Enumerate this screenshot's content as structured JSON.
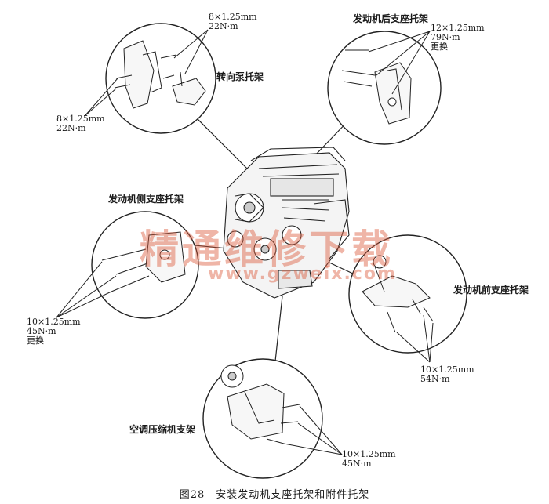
{
  "labels": {
    "steering_pump_bracket": "转向泵托架",
    "rear_mount_bracket": "发动机后支座托架",
    "side_mount_bracket": "发动机侧支座托架",
    "front_mount_bracket": "发动机前支座托架",
    "ac_compressor_bracket": "空调压缩机支架"
  },
  "specs": {
    "steering_top": {
      "bolt": "8×1.25mm",
      "torque": "22N·m"
    },
    "steering_left": {
      "bolt": "8×1.25mm",
      "torque": "22N·m"
    },
    "rear_mount": {
      "bolt": "12×1.25mm",
      "torque": "79N·m",
      "note": "更换"
    },
    "side_mount": {
      "bolt": "10×1.25mm",
      "torque": "45N·m",
      "note": "更换"
    },
    "front_mount": {
      "bolt": "10×1.25mm",
      "torque": "54N·m"
    },
    "ac_compressor": {
      "bolt": "10×1.25mm",
      "torque": "45N·m"
    }
  },
  "caption": "图28　安装发动机支座托架和附件托架",
  "watermark": {
    "text": "精通维修下载",
    "url": "www.gzweix.com",
    "color": "#dc5a3c"
  }
}
